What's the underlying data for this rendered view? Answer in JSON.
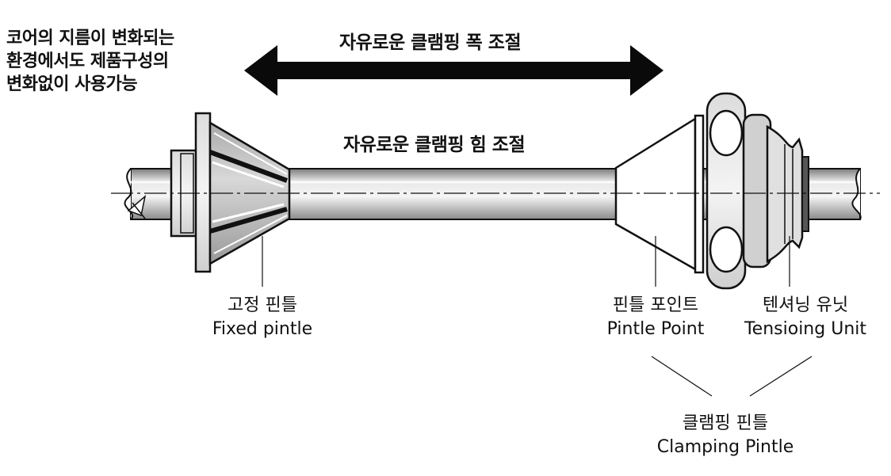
{
  "note_lines": [
    "코어의 지름이 변화되는",
    "환경에서도 제품구성의",
    "변화없이 사용가능"
  ],
  "width_caption": "자유로운 클램핑 폭 조절",
  "force_caption": "자유로운 클램핑 힘 조절",
  "labels": {
    "fixed_pintle": {
      "ko": "고정 핀틀",
      "en": "Fixed pintle"
    },
    "pintle_point": {
      "ko": "핀틀 포인트",
      "en": "Pintle Point"
    },
    "tensioning_unit": {
      "ko": "텐셔닝 유닛",
      "en": "Tensioing Unit"
    },
    "clamping_pintle": {
      "ko": "클램핑 핀틀",
      "en": "Clamping Pintle"
    }
  },
  "colors": {
    "ink": "#111111",
    "metal": "#c9c9c9",
    "metal_light": "#e6e6e6",
    "arrow": "#0a0a0a"
  }
}
